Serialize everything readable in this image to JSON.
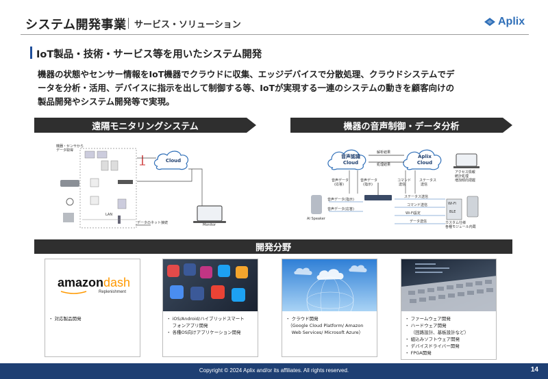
{
  "header": {
    "title": "システム開発事業",
    "subtitle": "サービス・ソリューション",
    "logo_text": "Aplix"
  },
  "section": {
    "title": "IoT製品・技術・サービス等を用いたシステム開発"
  },
  "description": {
    "line1": "機器の状態やセンサー情報をIoT機器でクラウドに収集、エッジデバイスで分散処理、クラウドシステムでデ",
    "line2": "ータを分析・活用、デバイスに指示を出して制御する等、IoTが実現する一連のシステムの動きを顧客向けの",
    "line3": "製品開発やシステム開発等で実現。"
  },
  "panels": {
    "remote": {
      "title": "遠隔モニタリングシステム",
      "labels": {
        "sensor": "機器・センサから",
        "sensor2": "データ取得",
        "cloud": "Cloud",
        "lan": "LAN",
        "network": "データのネット接続",
        "monitor": "Monitor"
      }
    },
    "voice": {
      "title": "機器の音声制御・データ分析",
      "labels": {
        "voice_cloud_1": "音声認識",
        "voice_cloud_2": "Cloud",
        "aplix_cloud_1": "Aplix",
        "aplix_cloud_2": "Cloud",
        "analysis_result": "解析結果",
        "processing_result": "処理結果",
        "voice_data_response": "音声データ",
        "voice_data_response2": "(応答)",
        "voice_data_command": "音声データ",
        "voice_data_command2": "(指示)",
        "command_send": "コマンド",
        "command_send2": "送信",
        "status_send": "ステータス",
        "status_send2": "送信",
        "access_info": "アクセス情報",
        "stats": "統計処理",
        "trend": "増加傾向把握",
        "status_tx": "ステータス送信",
        "voice_cmd": "音声データ(指示)",
        "command_tx": "コマンド送信",
        "voice_resp": "音声データ(応答)",
        "wifi_setting": "Wi-Fi設定",
        "data_tx": "データ送信",
        "ai_speaker": "AI Speaker",
        "wifi": "Wi-Fi",
        "ble": "BLE",
        "custom_1": "カスタム仕様",
        "custom_2": "各種モジュール内蔵"
      }
    }
  },
  "dev_band": {
    "title": "開発分野"
  },
  "cards": [
    {
      "image": "amazon-dash-logo",
      "logo_amazon": "amazon",
      "logo_dash": "dash",
      "logo_replenish": "Replenishment",
      "items": [
        "・ 対応製品開発"
      ]
    },
    {
      "image": "smartphone-apps-photo",
      "items": [
        "・ iOS/Android/ハイブリッドスマート",
        "　 フォンアプリ開発",
        "・ 各種OS向けアプリケーション開発"
      ]
    },
    {
      "image": "cloud-globe-photo",
      "items": [
        "・ クラウド開発",
        "　（Google Cloud Platform/ Amazon",
        "　 Web Services/ Microsoft Azure）"
      ]
    },
    {
      "image": "laptop-keyboard-photo",
      "items": [
        "・ ファームウェア開発",
        "・ ハードウェア開発",
        "　 （回路設計、基板設計など）",
        "・ 組込みソフトウェア開発",
        "・ デバイスドライバー開発",
        "・ FPGA開発"
      ]
    }
  ],
  "footer": {
    "copyright": "Copyright © 2024  Aplix and/or its affiliates. All rights reserved.",
    "page": "14"
  },
  "colors": {
    "accent": "#1f4e9a",
    "footer": "#1e3f73",
    "logo": "#2f6fb8",
    "dark_band": "#2f2f2f"
  }
}
